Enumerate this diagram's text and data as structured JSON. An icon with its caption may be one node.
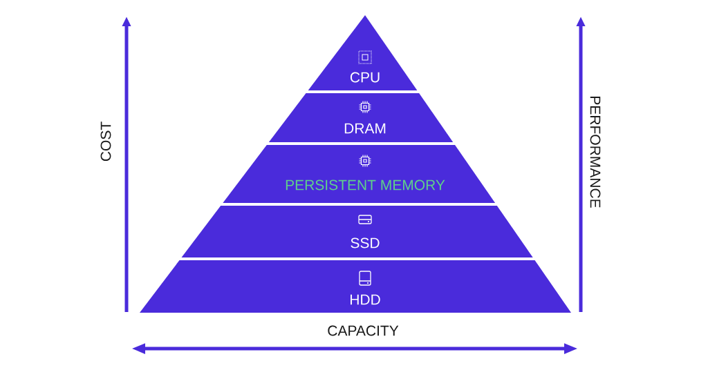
{
  "diagram": {
    "nodes": [
      {
        "text": [
          "CPU"
        ]
      },
      {
        "text": [
          "DRAM"
        ]
      },
      {
        "text": [
          "PERSISTENT MEMORY"
        ]
      },
      {
        "text": [
          "SSD"
        ]
      },
      {
        "text": [
          "HDD"
        ]
      }
    ],
    "labels": [
      "COST",
      "PERFORMANCE",
      "CAPACITY"
    ]
  }
}
